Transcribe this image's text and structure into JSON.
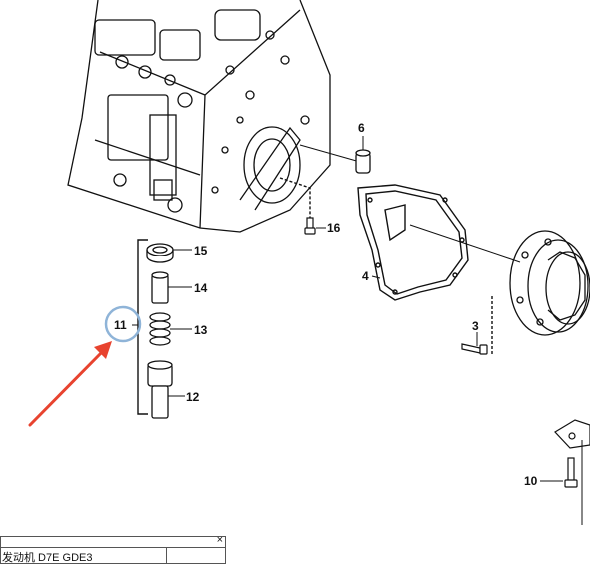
{
  "callouts": {
    "p3": "3",
    "p4": "4",
    "p6": "6",
    "p10": "10",
    "p11": "11",
    "p12": "12",
    "p13": "13",
    "p14": "14",
    "p15": "15",
    "p16": "16"
  },
  "colors": {
    "highlight_circle": "#8fb4d8",
    "arrow": "#e8432f",
    "line": "#111111"
  },
  "info_panel": {
    "close_glyph": "×",
    "label": "发动机 D7E GDE3"
  }
}
